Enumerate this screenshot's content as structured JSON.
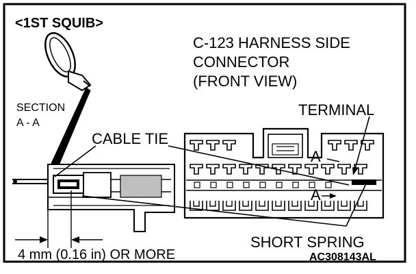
{
  "diagram": {
    "squib_label": "<1ST SQUIB>",
    "connector_title_line1": "C-123 HARNESS SIDE",
    "connector_title_line2": "CONNECTOR",
    "connector_title_line3": "(FRONT VIEW)",
    "section_line1": "SECTION",
    "section_line2": "A - A",
    "terminal_label": "TERMINAL",
    "cable_tie_label": "CABLE TIE",
    "section_marker_upper": "A",
    "section_marker_lower": "A",
    "short_spring_label": "SHORT SPRING",
    "dimension_label": "4 mm (0.16 in) OR MORE",
    "figure_code": "AC308143AL"
  },
  "colors": {
    "ink": "#000000",
    "paper": "#ffffff",
    "shade": "#bfbfbf"
  }
}
